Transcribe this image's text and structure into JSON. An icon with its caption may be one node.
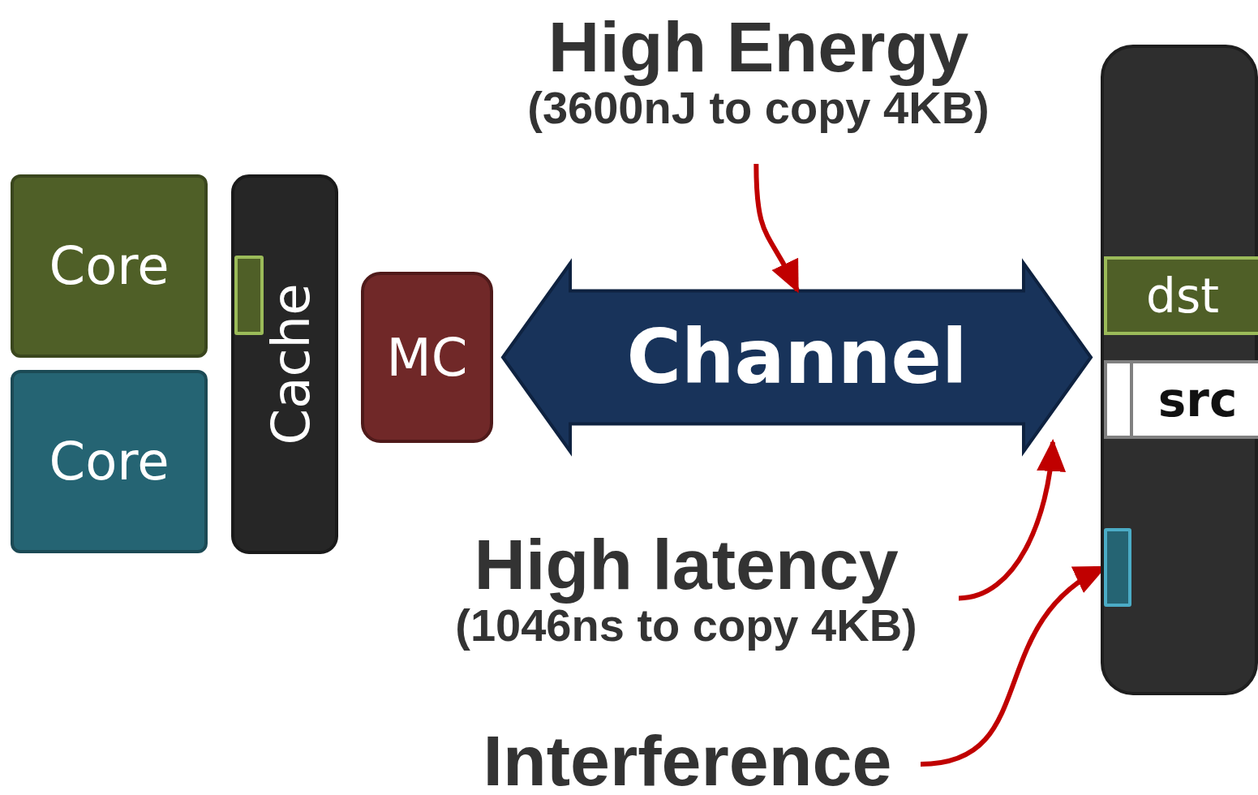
{
  "diagram": {
    "nodes": [
      {
        "text": [
          "Core"
        ]
      },
      {
        "text": [
          "Core"
        ]
      },
      {
        "text": [
          "Cache"
        ]
      },
      {
        "text": [],
        "shape": "box",
        "in": 2
      },
      {
        "text": [
          "MC"
        ]
      },
      {
        "text": [],
        "shape": "box"
      },
      {
        "text": [
          "dst"
        ],
        "in": 5
      },
      {
        "text": [
          "src"
        ],
        "in": 5
      },
      {
        "text": [],
        "shape": "box",
        "in": 5
      },
      {
        "text": [
          "High Energy",
          "(3600nJ to copy 4KB)"
        ]
      },
      {
        "text": [
          "High latency",
          "(1046ns to copy 4KB)"
        ]
      },
      {
        "text": [
          "Interference"
        ]
      }
    ],
    "edges": [
      {
        "from": 4,
        "to": 5,
        "arrow": "both",
        "label": "Channel",
        "style": "thick",
        "color": "#18335a"
      },
      {
        "from": 9,
        "to": null,
        "arrow": "to"
      },
      {
        "from": 10,
        "to": null,
        "arrow": "to"
      },
      {
        "from": 11,
        "to": 8,
        "arrow": "to"
      }
    ]
  }
}
